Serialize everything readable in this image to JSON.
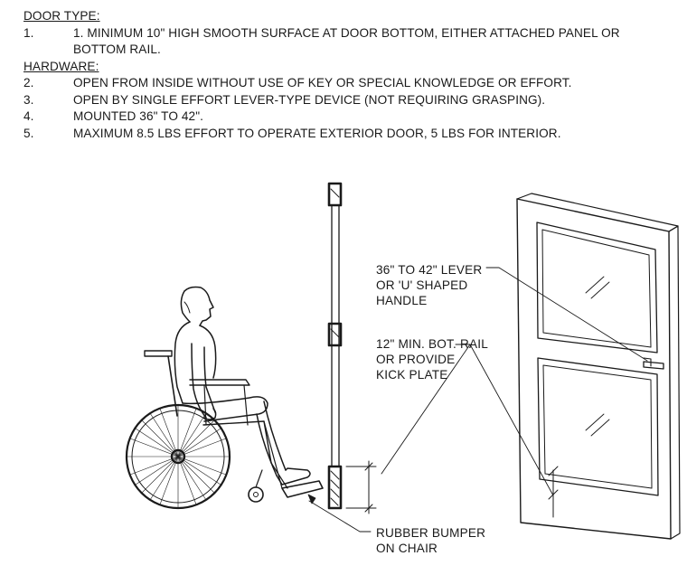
{
  "notes": {
    "door_type_heading": "DOOR TYPE:",
    "door_items": [
      {
        "num": "1.",
        "text": "1. MINIMUM 10\" HIGH SMOOTH SURFACE AT DOOR BOTTOM, EITHER ATTACHED PANEL OR BOTTOM RAIL."
      }
    ],
    "hardware_heading": "HARDWARE:",
    "hardware_items": [
      {
        "num": "2.",
        "text": "OPEN FROM INSIDE WITHOUT USE OF KEY OR SPECIAL KNOWLEDGE OR EFFORT."
      },
      {
        "num": "3.",
        "text": "OPEN BY SINGLE EFFORT LEVER-TYPE DEVICE (NOT REQUIRING GRASPING)."
      },
      {
        "num": "4.",
        "text": "MOUNTED 36\" TO 42\"."
      },
      {
        "num": "5.",
        "text": "MAXIMUM 8.5 LBS EFFORT TO OPERATE EXTERIOR DOOR, 5 LBS FOR INTERIOR."
      }
    ]
  },
  "callouts": {
    "lever": [
      "36\" TO 42\" LEVER",
      "OR 'U' SHAPED",
      "HANDLE"
    ],
    "rail": [
      "12\" MIN. BOT. RAIL",
      "OR PROVIDE",
      "KICK PLATE"
    ],
    "bumper": [
      "RUBBER BUMPER",
      "ON CHAIR"
    ]
  }
}
